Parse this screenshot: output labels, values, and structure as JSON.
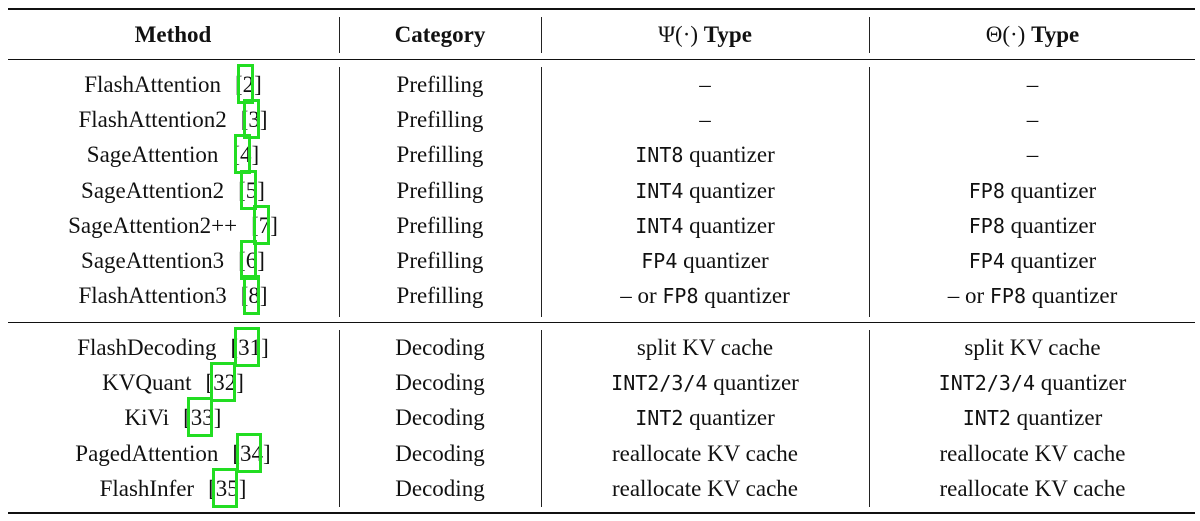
{
  "header": {
    "method": "Method",
    "category": "Category",
    "psi_symbol": "Ψ(·)",
    "psi_type": "Type",
    "theta_symbol": "Θ(·)",
    "theta_type": "Type"
  },
  "groups": [
    {
      "rows": [
        {
          "method": "FlashAttention",
          "ref": "[2]",
          "category": "Prefilling",
          "psi": {
            "pre": "",
            "mono": "",
            "post": "–"
          },
          "theta": {
            "pre": "",
            "mono": "",
            "post": "–"
          }
        },
        {
          "method": "FlashAttention2",
          "ref": "[3]",
          "category": "Prefilling",
          "psi": {
            "pre": "",
            "mono": "",
            "post": "–"
          },
          "theta": {
            "pre": "",
            "mono": "",
            "post": "–"
          }
        },
        {
          "method": "SageAttention",
          "ref": "[4]",
          "category": "Prefilling",
          "psi": {
            "pre": "",
            "mono": "INT8",
            "post": " quantizer"
          },
          "theta": {
            "pre": "",
            "mono": "",
            "post": "–"
          }
        },
        {
          "method": "SageAttention2",
          "ref": "[5]",
          "category": "Prefilling",
          "psi": {
            "pre": "",
            "mono": "INT4",
            "post": " quantizer"
          },
          "theta": {
            "pre": "",
            "mono": "FP8",
            "post": " quantizer"
          }
        },
        {
          "method": "SageAttention2++",
          "ref": "[7]",
          "category": "Prefilling",
          "psi": {
            "pre": "",
            "mono": "INT4",
            "post": " quantizer"
          },
          "theta": {
            "pre": "",
            "mono": "FP8",
            "post": " quantizer"
          }
        },
        {
          "method": "SageAttention3",
          "ref": "[6]",
          "category": "Prefilling",
          "psi": {
            "pre": "",
            "mono": "FP4",
            "post": " quantizer"
          },
          "theta": {
            "pre": "",
            "mono": "FP4",
            "post": " quantizer"
          }
        },
        {
          "method": "FlashAttention3",
          "ref": "[8]",
          "category": "Prefilling",
          "psi": {
            "pre": "– or ",
            "mono": "FP8",
            "post": " quantizer"
          },
          "theta": {
            "pre": "– or ",
            "mono": "FP8",
            "post": " quantizer"
          }
        }
      ]
    },
    {
      "rows": [
        {
          "method": "FlashDecoding",
          "ref": "[31]",
          "category": "Decoding",
          "psi": {
            "pre": "",
            "mono": "",
            "post": "split KV cache"
          },
          "theta": {
            "pre": "",
            "mono": "",
            "post": "split KV cache"
          }
        },
        {
          "method": "KVQuant",
          "ref": "[32]",
          "category": "Decoding",
          "psi": {
            "pre": "",
            "mono": "INT2/3/4",
            "post": " quantizer"
          },
          "theta": {
            "pre": "",
            "mono": "INT2/3/4",
            "post": " quantizer"
          }
        },
        {
          "method": "KiVi",
          "ref": "[33]",
          "category": "Decoding",
          "psi": {
            "pre": "",
            "mono": "INT2",
            "post": " quantizer"
          },
          "theta": {
            "pre": "",
            "mono": "INT2",
            "post": " quantizer"
          }
        },
        {
          "method": "PagedAttention",
          "ref": "[34]",
          "category": "Decoding",
          "psi": {
            "pre": "",
            "mono": "",
            "post": "reallocate KV cache"
          },
          "theta": {
            "pre": "",
            "mono": "",
            "post": "reallocate KV cache"
          }
        },
        {
          "method": "FlashInfer",
          "ref": "[35]",
          "category": "Decoding",
          "psi": {
            "pre": "",
            "mono": "",
            "post": "reallocate KV cache"
          },
          "theta": {
            "pre": "",
            "mono": "",
            "post": "reallocate KV cache"
          }
        }
      ]
    }
  ],
  "highlight_color": "#22dd22"
}
